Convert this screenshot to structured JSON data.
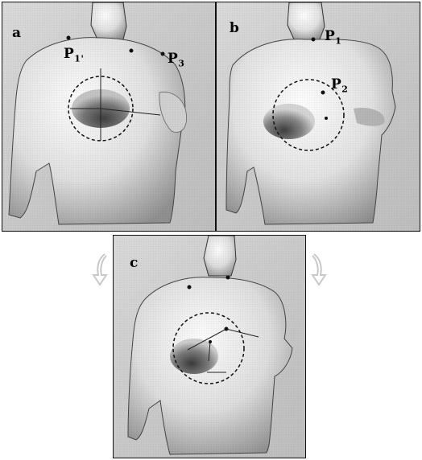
{
  "panels": {
    "a": {
      "letter": "a",
      "points": {
        "p1_prime": "P",
        "p1_prime_sub": "1'",
        "p3": "P",
        "p3_sub": "3"
      }
    },
    "b": {
      "letter": "b",
      "points": {
        "p1": "P",
        "p1_sub": "1",
        "p2": "P",
        "p2_sub": "2"
      }
    },
    "c": {
      "letter": "c"
    }
  },
  "colors": {
    "background": "#c9c9c9",
    "skin_light": "#f2f2f2",
    "skin_shadow": "#7a7a7a",
    "outline": "#111111"
  },
  "icons": [
    "arrow-left-icon",
    "arrow-right-icon"
  ]
}
